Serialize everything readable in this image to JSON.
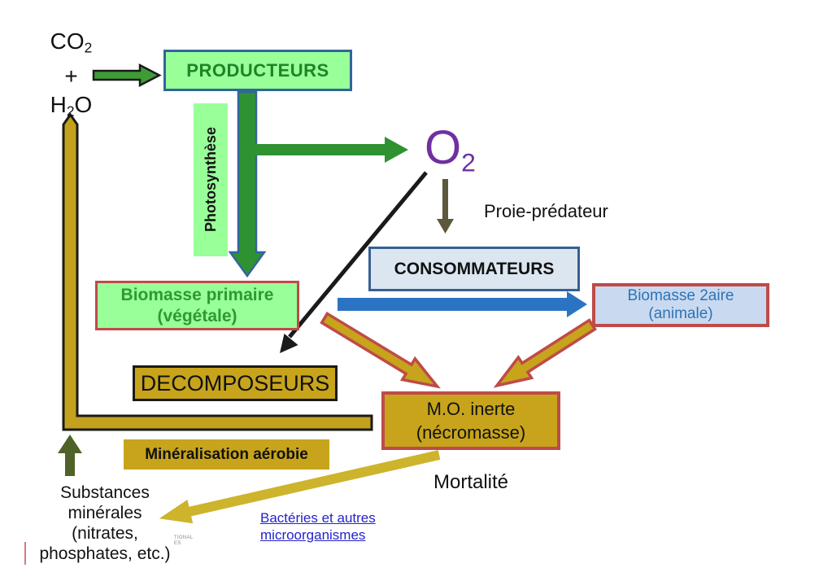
{
  "molecules": {
    "co2_pre": "CO",
    "co2_sub": "2",
    "plus": "+",
    "h2o_pre": "H",
    "h2o_sub": "2",
    "h2o_post": "O",
    "o2_pre": "O",
    "o2_sub": "2"
  },
  "boxes": {
    "producteurs": "PRODUCTEURS",
    "photosynthese": "Photosynthèse",
    "biomasse_primaire_line1": "Biomasse primaire",
    "biomasse_primaire_line2": "(végétale)",
    "consommateurs": "CONSOMMATEURS",
    "biomasse_secondaire_line1": "Biomasse 2aire",
    "biomasse_secondaire_line2": "(animale)",
    "decomposeurs": "DECOMPOSEURS",
    "mo_inerte_line1": "M.O. inerte",
    "mo_inerte_line2": "(nécromasse)",
    "mineralisation": "Minéralisation aérobie"
  },
  "labels": {
    "proie_predateur": "Proie-prédateur",
    "mortalite": "Mortalité",
    "substances_line1": "Substances",
    "substances_line2": "minérales",
    "substances_line3": "(nitrates,",
    "substances_line4": "phosphates, etc.)",
    "watermark_line1": "TIONAL",
    "watermark_line2": "ES"
  },
  "link": {
    "line1": "Bactéries et autres",
    "line2": "microorganismes"
  },
  "arrows": {
    "co2_to_producteurs": "green-black-outline",
    "producteurs_to_biomasse_primaire": "green-blue-outline",
    "producteurs_to_o2": "green",
    "o2_to_consommateurs": "olive",
    "o2_to_decomposeurs": "black",
    "biomasse_primaire_to_biomasse_2aire": "blue",
    "biomasse_primaire_to_mo_inerte": "gold-red-outline",
    "biomasse_2aire_to_mo_inerte": "gold-red-outline",
    "mo_inerte_to_substances": "yellow",
    "recycle_to_h2o": "gold-black-outline",
    "substances_up": "dark-olive"
  },
  "colors": {
    "light_green": "#99FF99",
    "arrow_green": "#2F9232",
    "producteurs_text_green": "#1E8426",
    "biomasse_text_green": "#2E9932",
    "blue_border": "#31659C",
    "consommateurs_fill": "#DCE6F1",
    "consommateurs_border": "#376092",
    "biomasse_2aire_fill": "#C9D9F0",
    "biomasse_2aire_text": "#2E74B5",
    "blue_arrow": "#2B74C4",
    "gold": "#C7A41B",
    "gold_bar": "#C3A11C",
    "yellow_arrow": "#CDB42C",
    "red_border": "#BE4B48",
    "o2_purple": "#7030A0",
    "olive_down_arrow": "#5D573B",
    "olive_up_arrow": "#4F6228",
    "link_blue": "#2323CC"
  }
}
